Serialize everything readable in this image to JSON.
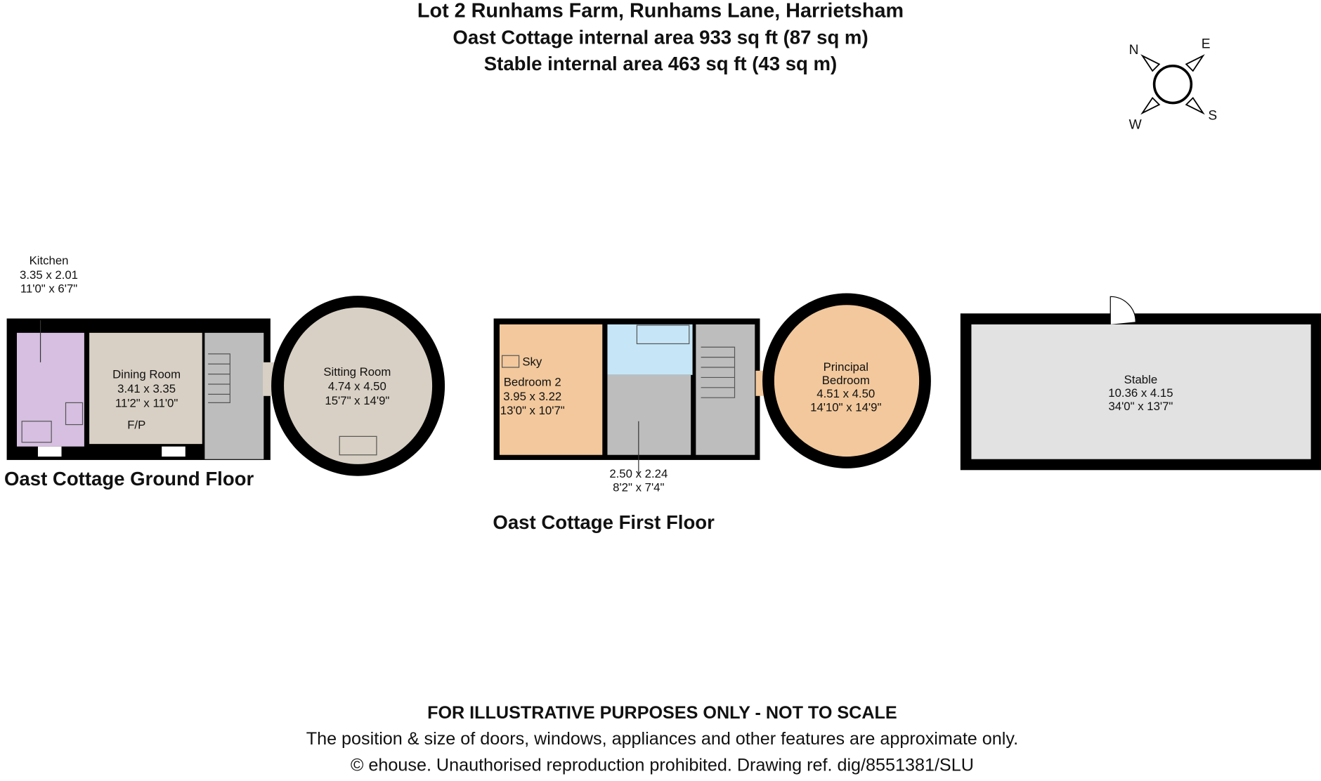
{
  "header": {
    "title": "Lot 2 Runhams Farm, Runhams Lane, Harrietsham",
    "cottage_area": "Oast Cottage internal area 933 sq ft (87 sq m)",
    "stable_area": "Stable internal area 463 sq ft (43 sq m)"
  },
  "compass": {
    "n": "N",
    "e": "E",
    "s": "S",
    "w": "W"
  },
  "ground_floor": {
    "title": "Oast Cottage Ground Floor",
    "kitchen": {
      "name": "Kitchen",
      "metric": "3.35 x 2.01",
      "imperial": "11'0\" x 6'7\"",
      "color": "#d6bfe0"
    },
    "dining": {
      "name": "Dining Room",
      "metric": "3.41 x 3.35",
      "imperial": "11'2\" x 11'0\"",
      "fp": "F/P",
      "color": "#d8d0c4"
    },
    "sitting": {
      "name": "Sitting Room",
      "metric": "4.74 x 4.50",
      "imperial": "15'7\" x 14'9\"",
      "color": "#d8d0c4"
    }
  },
  "first_floor": {
    "title": "Oast Cottage First Floor",
    "bedroom2": {
      "name": "Bedroom 2",
      "metric": "3.95 x 3.22",
      "imperial": "13'0\" x 10'7\"",
      "sky": "Sky",
      "color": "#f2c89c"
    },
    "landing": {
      "metric": "2.50 x 2.24",
      "imperial": "8'2\" x 7'4\""
    },
    "principal": {
      "name1": "Principal",
      "name2": "Bedroom",
      "metric": "4.51 x 4.50",
      "imperial": "14'10\" x 14'9\"",
      "color": "#f2c89c"
    },
    "bathroom_color": "#c6e6f7",
    "hall_color": "#bdbdbd"
  },
  "stable": {
    "name": "Stable",
    "metric": "10.36 x 4.15",
    "imperial": "34'0\" x 13'7\"",
    "color": "#e2e2e2"
  },
  "footer": {
    "disclaimer": "FOR ILLUSTRATIVE PURPOSES ONLY - NOT TO SCALE",
    "note": "The position & size of doors, windows, appliances and other features are approximate only.",
    "copyright": "© ehouse. Unauthorised reproduction prohibited. Drawing ref. dig/8551381/SLU"
  }
}
